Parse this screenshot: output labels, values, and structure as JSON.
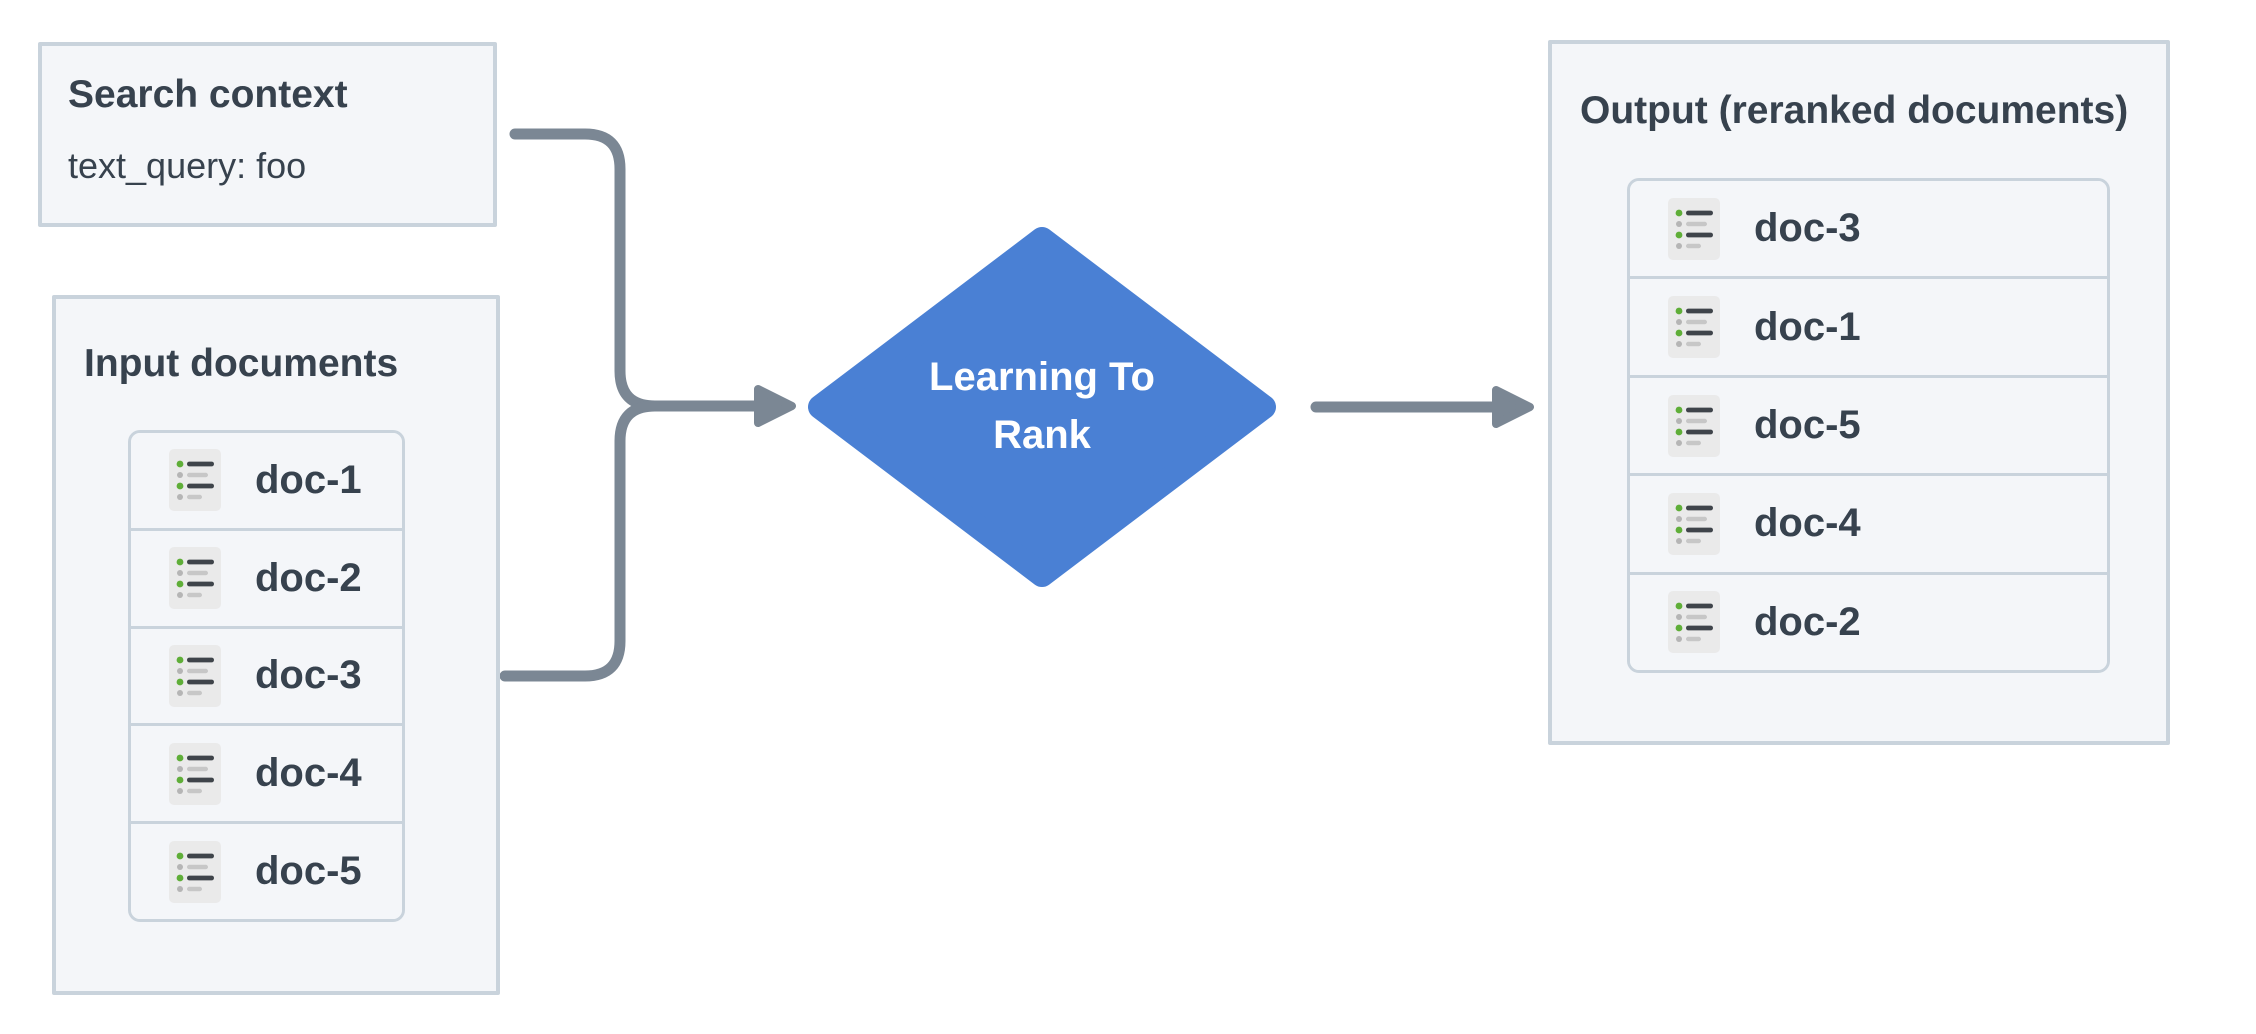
{
  "diagram": {
    "search_context": {
      "title": "Search context",
      "body": "text_query: foo"
    },
    "input_documents": {
      "title": "Input documents",
      "items": [
        "doc-1",
        "doc-2",
        "doc-3",
        "doc-4",
        "doc-5"
      ]
    },
    "process": {
      "label": "Learning To Rank"
    },
    "output_documents": {
      "title": "Output (reranked documents)",
      "items": [
        "doc-3",
        "doc-1",
        "doc-5",
        "doc-4",
        "doc-2"
      ]
    }
  },
  "icons": {
    "doc_item": "doc-list-icon"
  },
  "theme": {
    "box_bg": "#f4f6f9",
    "box_border": "#c9d3dc",
    "text_dark": "#37424e",
    "diamond_blue": "#4a80d4",
    "arrow_gray": "#7b8794",
    "icon_bg": "#eaeaea",
    "icon_green": "#5fae38",
    "icon_dark_line": "#3f444a",
    "icon_gray_dot": "#b5b5b5",
    "icon_gray_line": "#c7c7c7"
  }
}
